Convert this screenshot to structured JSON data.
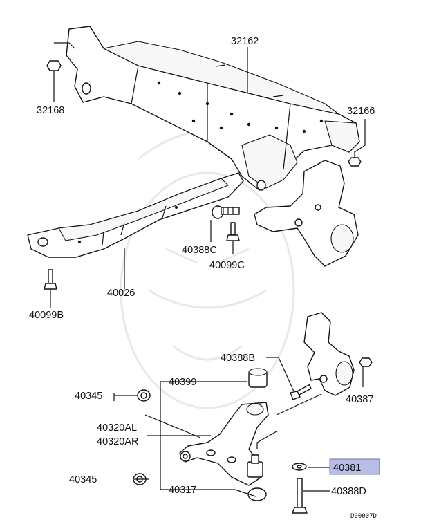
{
  "diagram": {
    "highlight_color": "#b7bde6",
    "labels": {
      "p32162": "32162",
      "p32168": "32168",
      "p32166": "32166",
      "p40388C": "40388C",
      "p40099C": "40099C",
      "p40026": "40026",
      "p40099B": "40099B",
      "p40388B": "40388B",
      "p40387": "40387",
      "p40399": "40399",
      "p40345a": "40345",
      "p40320AL": "40320AL",
      "p40320AR": "40320AR",
      "p40345b": "40345",
      "p40317": "40317",
      "p40381": "40381",
      "p40388D": "40388D"
    },
    "drawing_code": "D00007D"
  }
}
